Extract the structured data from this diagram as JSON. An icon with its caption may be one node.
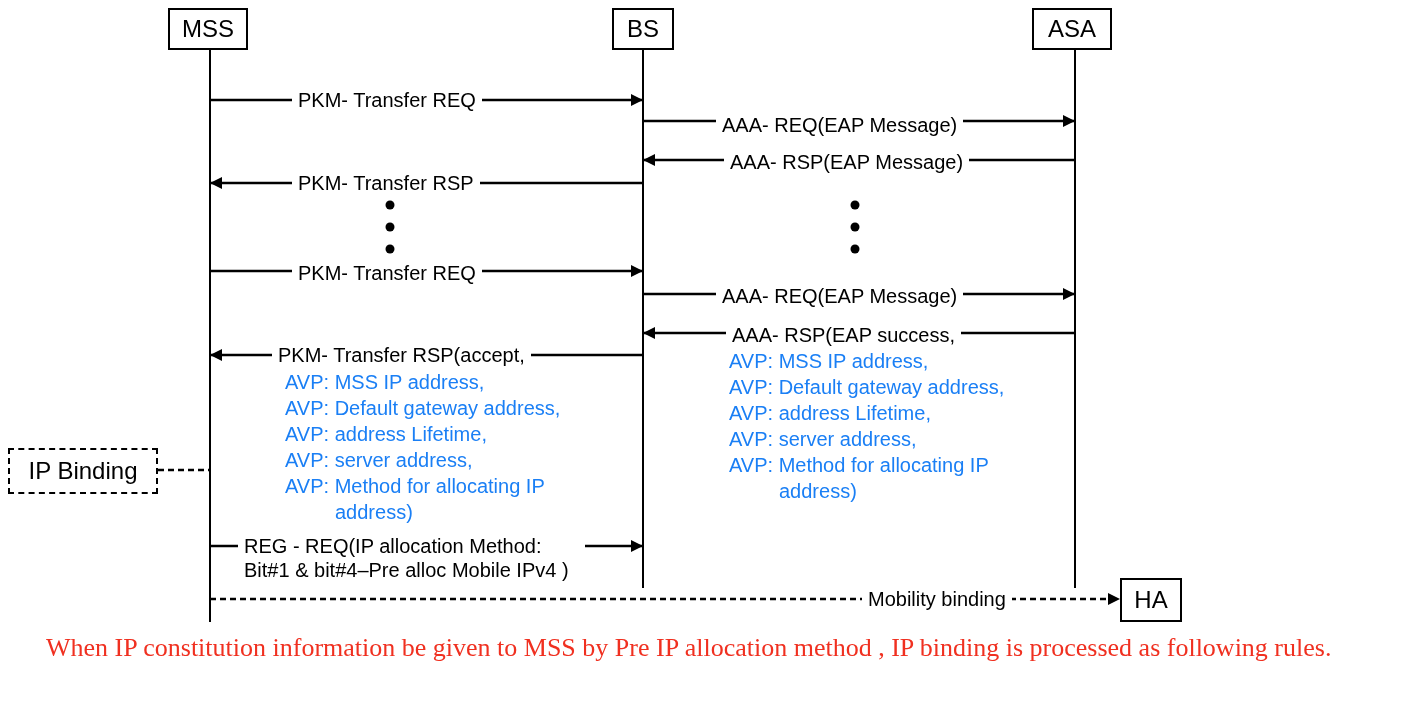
{
  "diagram": {
    "caption": "When IP constitution information be given to MSS by Pre IP allocation method , IP binding is processed as following rules.",
    "nodes": [
      {
        "text": [
          "MSS"
        ]
      },
      {
        "text": [
          "BS"
        ]
      },
      {
        "text": [
          "ASA"
        ]
      },
      {
        "text": [
          "IP Binding"
        ]
      },
      {
        "text": [
          "HA"
        ]
      }
    ],
    "edges": [
      {
        "from": 0,
        "to": 1,
        "arrow": "to",
        "label": "PKM- Transfer REQ"
      },
      {
        "from": 1,
        "to": 2,
        "arrow": "to",
        "label": "AAA- REQ(EAP Message)"
      },
      {
        "from": 2,
        "to": 1,
        "arrow": "to",
        "label": "AAA- RSP(EAP Message)"
      },
      {
        "from": 1,
        "to": 0,
        "arrow": "to",
        "label": "PKM- Transfer RSP"
      },
      {
        "from": 0,
        "to": 1,
        "arrow": "to",
        "label": "PKM- Transfer REQ"
      },
      {
        "from": 1,
        "to": 2,
        "arrow": "to",
        "label": "AAA- REQ(EAP Message)"
      },
      {
        "from": 2,
        "to": 1,
        "arrow": "to",
        "label": "AAA- RSP(EAP success,"
      },
      {
        "from": 1,
        "to": 0,
        "arrow": "to",
        "label": "PKM- Transfer RSP(accept,"
      },
      {
        "from": 3,
        "to": 0,
        "arrow": "none",
        "style": "dashed"
      },
      {
        "from": 0,
        "to": 1,
        "arrow": "to",
        "label": "REG - REQ(IP allocation Method: Bit#1 & bit#4–Pre alloc Mobile IPv4 )"
      },
      {
        "from": 0,
        "to": 4,
        "arrow": "to",
        "label": "Mobility binding",
        "style": "dashed"
      }
    ],
    "labels": [
      "AVP: MSS IP address,",
      "AVP: Default gateway address,",
      "AVP: address Lifetime,",
      "AVP: server address,",
      "AVP: Method for allocating IP address)",
      "AVP: MSS IP address,",
      "AVP: Default gateway address,",
      "AVP: address Lifetime,",
      "AVP: server address,",
      "AVP: Method for allocating IP address)"
    ]
  }
}
